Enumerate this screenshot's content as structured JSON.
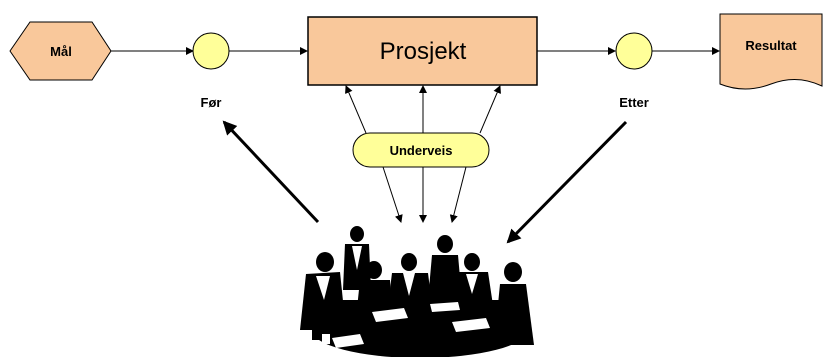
{
  "diagram": {
    "goal": {
      "label": "Mål",
      "fill": "#f9c89b"
    },
    "project": {
      "label": "Prosjekt",
      "fill": "#f9c89b"
    },
    "result": {
      "label": "Resultat",
      "fill": "#f9c89b"
    },
    "before": {
      "label": "Før",
      "fill": "#ffff99"
    },
    "after": {
      "label": "Etter",
      "fill": "#ffff99"
    },
    "during": {
      "label": "Underveis",
      "fill": "#ffff99"
    },
    "meeting_image": {
      "icon": "meeting-people-icon"
    }
  }
}
